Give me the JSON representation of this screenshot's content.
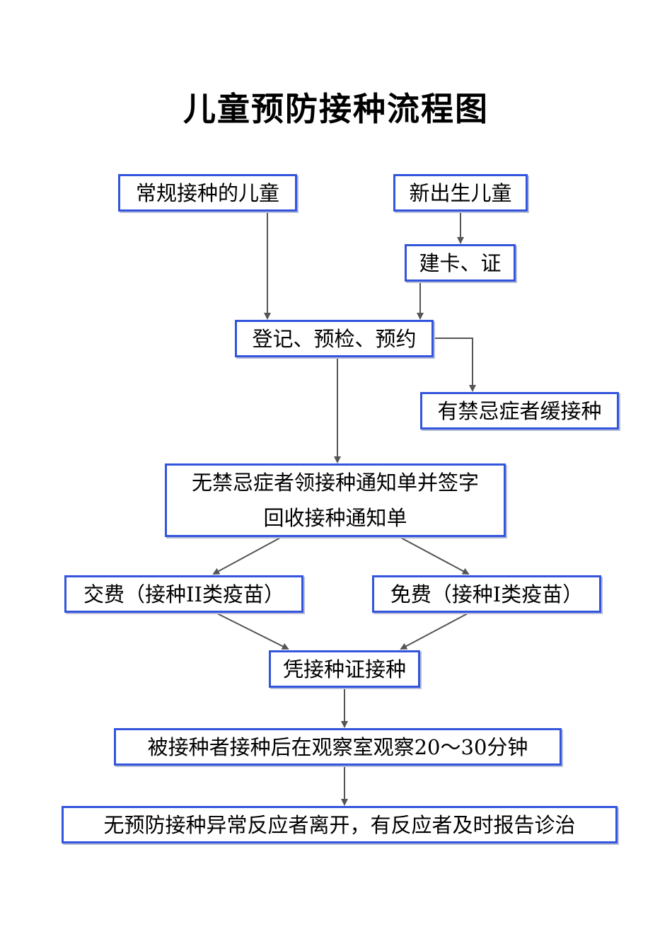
{
  "title": "儿童预防接种流程图",
  "colors": {
    "box_border": "#3355dd",
    "connector": "#555555",
    "text": "#000000"
  },
  "nodes": {
    "routine_children": "常规接种的儿童",
    "newborn_children": "新出生儿童",
    "create_card": "建卡、证",
    "register_check_appoint": "登记、预检、预约",
    "contraindication_delay": "有禁忌症者缓接种",
    "notice_line1": "无禁忌症者领接种通知单并签字",
    "notice_line2": "回收接种通知单",
    "paid_vaccine": "交费（接种II类疫苗）",
    "free_vaccine": "免费（接种I类疫苗）",
    "vaccinate_with_cert": "凭接种证接种",
    "observe": "被接种者接种后在观察室观察20～30分钟",
    "leave_or_report": "无预防接种异常反应者离开，有反应者及时报告诊治"
  }
}
